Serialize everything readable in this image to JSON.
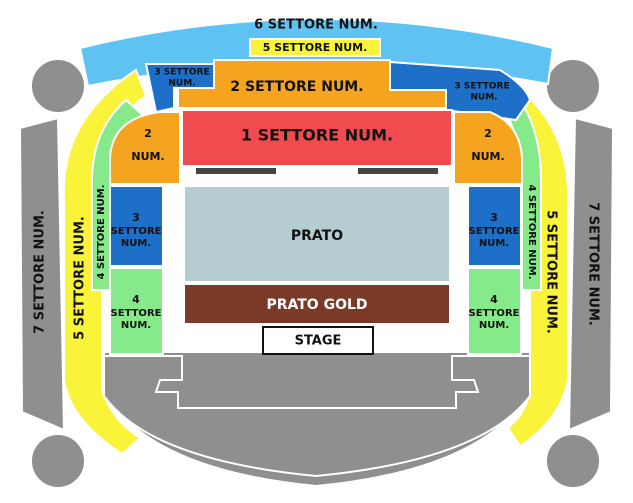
{
  "colors": {
    "gray": "#8f8f8f",
    "gray_dark": "#7c7c7c",
    "light_blue": "#5ec3f2",
    "yellow": "#f9f33a",
    "orange": "#f4a41e",
    "blue": "#1e6fc7",
    "red": "#f04b4e",
    "green": "#86e98a",
    "prato": "#b5cdd0",
    "prato_gold": "#7b3a27",
    "stage_fill": "#ffffff",
    "outline": "#ffffff"
  },
  "sections": {
    "s6": "6 SETTORE NUM.",
    "s5_top": "5 SETTORE NUM.",
    "s3_top_left_1": "3 SETTORE",
    "s3_top_left_2": "NUM.",
    "s2_top": "2 SETTORE NUM.",
    "s3_top_right_1": "3 SETTORE",
    "s3_top_right_2": "NUM.",
    "s1": "1 SETTORE NUM.",
    "s2_left_1": "2",
    "s2_left_2": "NUM.",
    "s2_right_1": "2",
    "s2_right_2": "NUM.",
    "s3_left_1": "3",
    "s3_left_2": "SETTORE",
    "s3_left_3": "NUM.",
    "s3_right_1": "3",
    "s3_right_2": "SETTORE",
    "s3_right_3": "NUM.",
    "s4_left_1": "4",
    "s4_left_2": "SETTORE",
    "s4_left_3": "NUM.",
    "s4_right_1": "4",
    "s4_right_2": "SETTORE",
    "s4_right_3": "NUM.",
    "s4_strip_left": "4 SETTORE NUM.",
    "s4_strip_right": "4 SETTORE NUM.",
    "s5_left": "5 SETTORE NUM.",
    "s5_right": "5 SETTORE NUM.",
    "s7_left": "7 SETTORE NUM.",
    "s7_right": "7 SETTORE NUM.",
    "prato": "PRATO",
    "prato_gold": "PRATO GOLD",
    "stage": "STAGE"
  }
}
